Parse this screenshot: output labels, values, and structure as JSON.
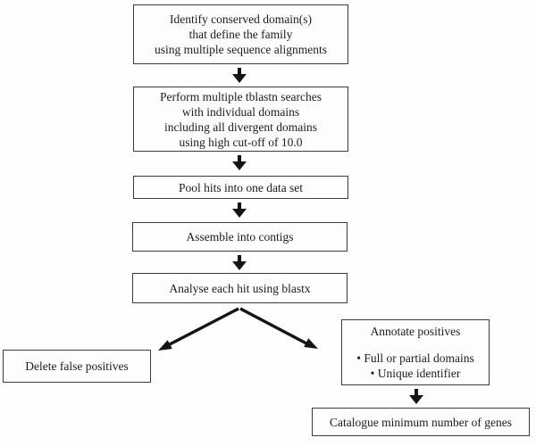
{
  "diagram": {
    "type": "flowchart",
    "colors": {
      "background": "#fefefe",
      "box_border": "#3a3a3a",
      "text": "#1c1c1c",
      "arrow": "#141414"
    },
    "nodes": {
      "identify": {
        "lines": [
          "Identify conserved domain(s)",
          "that define the family",
          "using multiple sequence alignments"
        ]
      },
      "perform": {
        "lines": [
          "Perform multiple tblastn searches",
          "with individual domains",
          "including all divergent domains",
          "using high cut-off of 10.0"
        ]
      },
      "pool": {
        "lines": [
          "Pool hits into one data set"
        ]
      },
      "assemble": {
        "lines": [
          "Assemble into contigs"
        ]
      },
      "analyse": {
        "lines": [
          "Analyse each hit using blastx"
        ]
      },
      "delete": {
        "lines": [
          "Delete false positives"
        ]
      },
      "annotate": {
        "lines": [
          "Annotate positives",
          "• Full or partial domains",
          "• Unique identifier"
        ]
      },
      "catalogue": {
        "lines": [
          "Catalogue minimum number of genes"
        ]
      }
    },
    "edges": [
      {
        "from": "identify",
        "to": "perform"
      },
      {
        "from": "perform",
        "to": "pool"
      },
      {
        "from": "pool",
        "to": "assemble"
      },
      {
        "from": "assemble",
        "to": "analyse"
      },
      {
        "from": "analyse",
        "to": "delete"
      },
      {
        "from": "analyse",
        "to": "annotate"
      },
      {
        "from": "annotate",
        "to": "catalogue"
      }
    ]
  }
}
